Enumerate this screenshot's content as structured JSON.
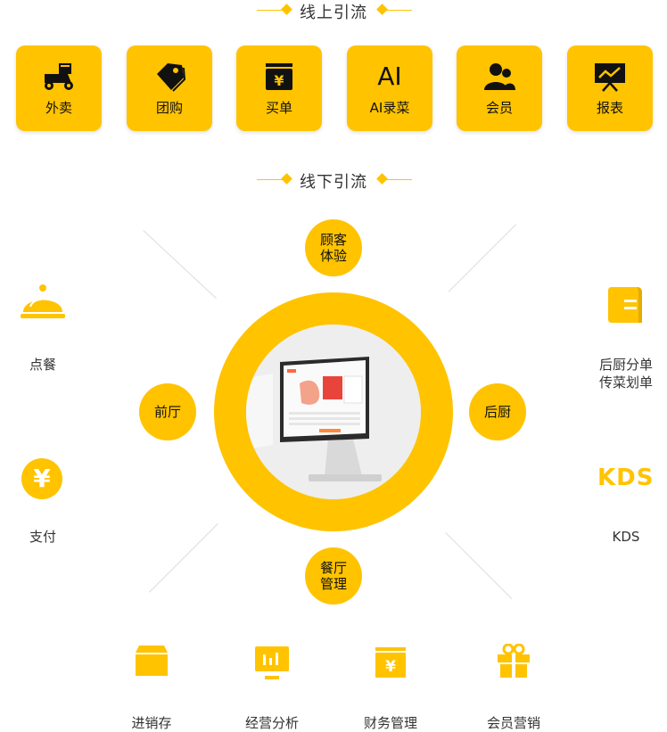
{
  "online_section": {
    "title": "线上引流"
  },
  "online_items": [
    {
      "label": "外卖",
      "icon": "delivery-scooter-icon"
    },
    {
      "label": "团购",
      "icon": "tag-icon"
    },
    {
      "label": "买单",
      "icon": "yuan-bill-icon"
    },
    {
      "label": "AI录菜",
      "icon": "ai-text-icon",
      "icon_text": "AI"
    },
    {
      "label": "会员",
      "icon": "members-icon"
    },
    {
      "label": "报表",
      "icon": "report-chart-icon"
    }
  ],
  "offline_section": {
    "title": "线下引流"
  },
  "hub": {
    "top": "顾客\n体验",
    "left": "前厅",
    "right": "后厨",
    "bottom": "餐厅\n管理"
  },
  "left_items": [
    {
      "label": "点餐",
      "icon": "dining-cloche-icon"
    },
    {
      "label": "支付",
      "icon": "yuan-coin-icon",
      "icon_text": "¥"
    }
  ],
  "right_items": [
    {
      "label": "后厨分单\n传菜划单",
      "icon": "kitchen-ticket-icon"
    },
    {
      "label": "KDS",
      "icon": "kds-logo-icon",
      "icon_text": "KDS"
    }
  ],
  "bottom_items": [
    {
      "label": "进销存",
      "icon": "inventory-box-icon"
    },
    {
      "label": "经营分析",
      "icon": "analytics-screen-icon"
    },
    {
      "label": "财务管理",
      "icon": "finance-box-icon",
      "icon_text": "¥"
    },
    {
      "label": "会员营销",
      "icon": "gift-icon"
    }
  ],
  "colors": {
    "accent": "#ffc300",
    "text": "#333333",
    "line": "#dddddd"
  }
}
